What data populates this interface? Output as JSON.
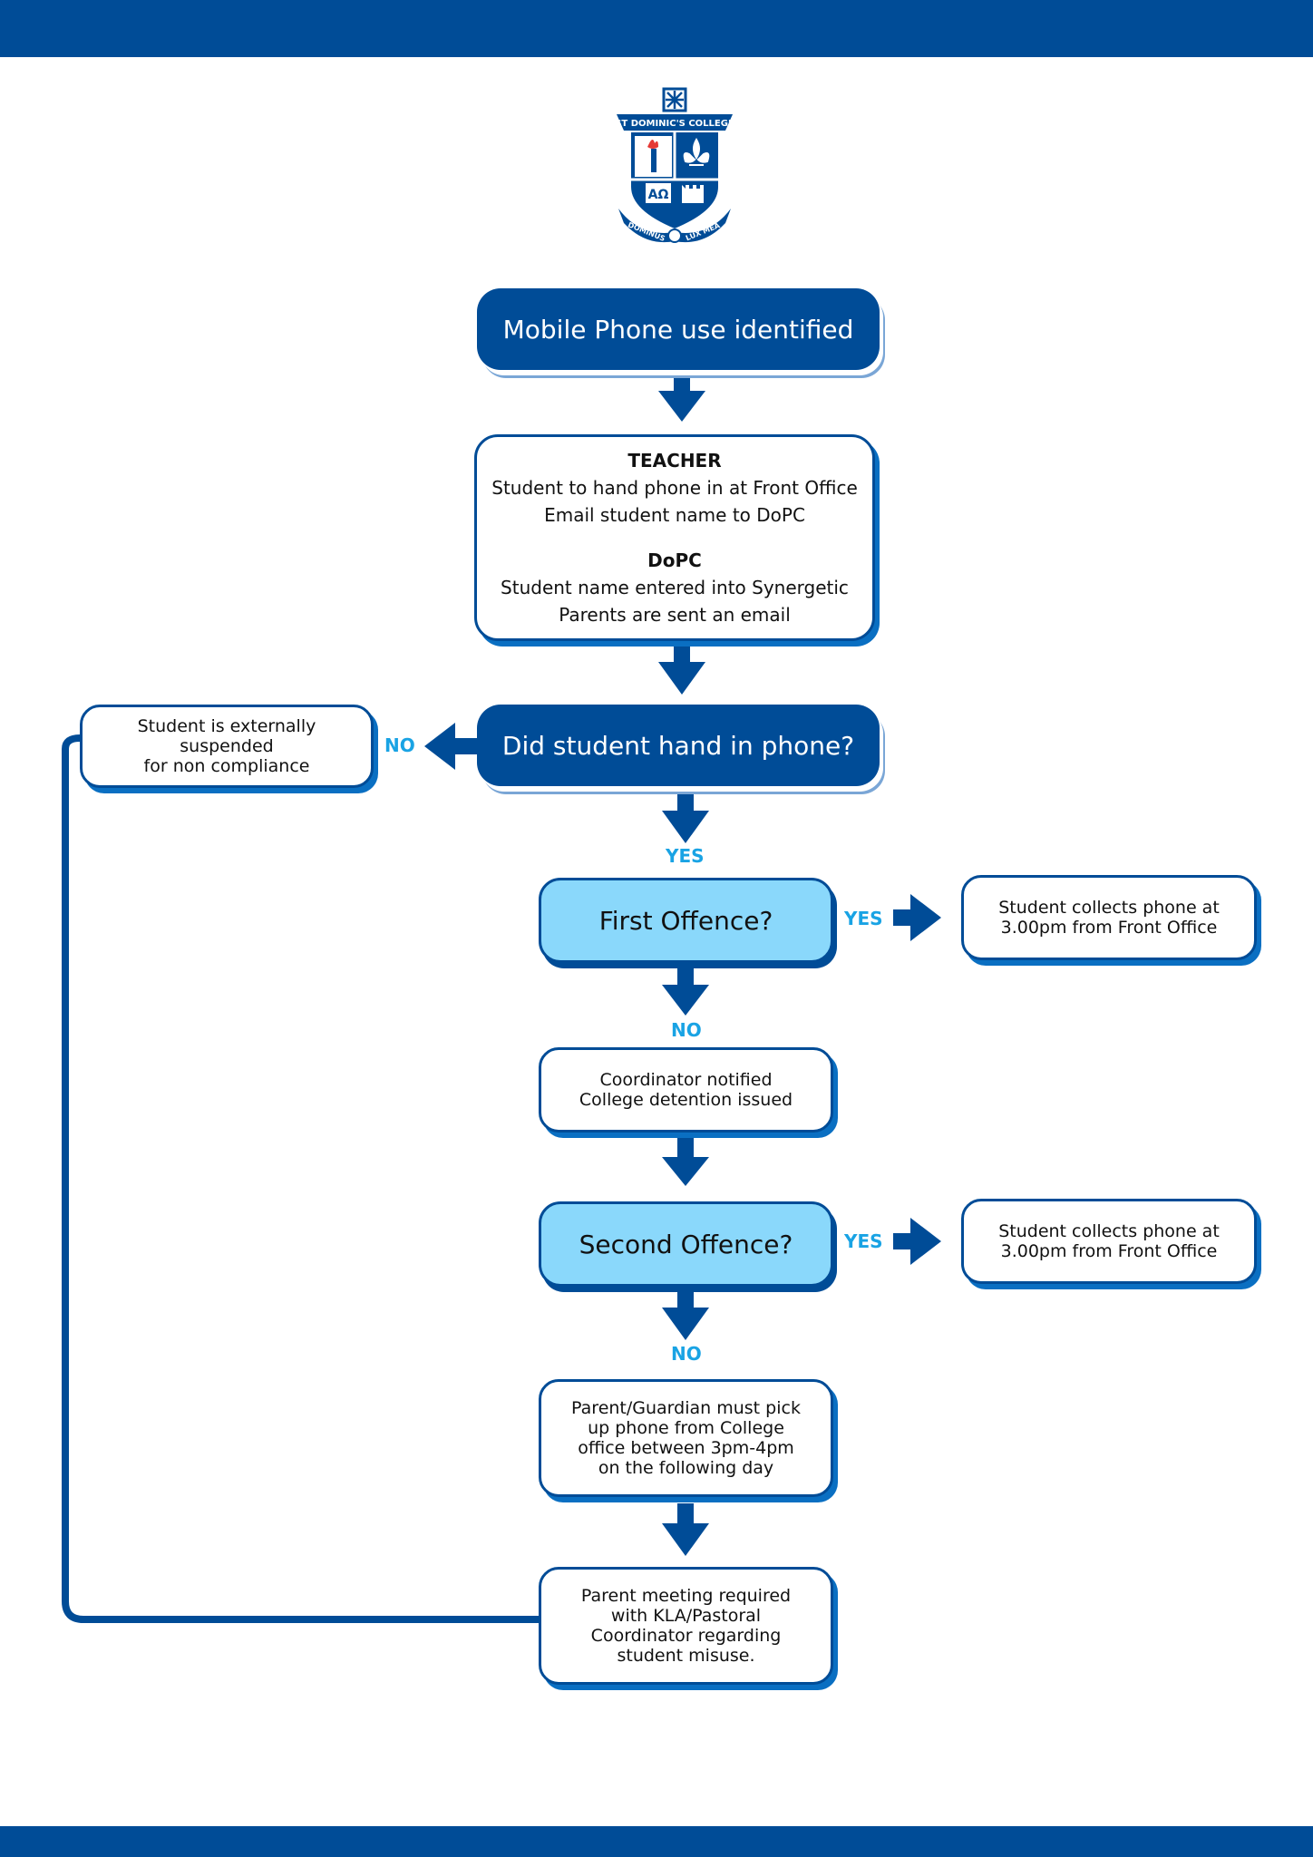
{
  "crest": {
    "college_name": "ST DOMINIC'S COLLEGE",
    "motto_left": "DOMINUS",
    "motto_right": "LUX MEA",
    "shield_letters": "AΩ"
  },
  "colors": {
    "navy": "#004c97",
    "sky": "#8ad8fb",
    "label_blue": "#19a3e4",
    "shadow_blue": "#0a6fc2"
  },
  "flow": {
    "start": "Mobile Phone use identified",
    "teacher_heading": "TEACHER",
    "teacher_line1": "Student to hand phone in at Front Office",
    "teacher_line2": "Email student name to DoPC",
    "dopc_heading": "DoPC",
    "dopc_line1": "Student name entered into Synergetic",
    "dopc_line2": "Parents are sent an email",
    "decision_hand_in": "Did student hand in phone?",
    "suspended_line1": "Student is externally",
    "suspended_line2": "suspended",
    "suspended_line3": "for non compliance",
    "first_offence": "First Offence?",
    "collect1_line1": "Student collects phone at",
    "collect1_line2": "3.00pm from Front Office",
    "coordinator_line1": "Coordinator notified",
    "coordinator_line2": "College detention issued",
    "second_offence": "Second Offence?",
    "collect2_line1": "Student collects phone at",
    "collect2_line2": "3.00pm from Front Office",
    "parent_pickup_line1": "Parent/Guardian must pick",
    "parent_pickup_line2": "up phone from College",
    "parent_pickup_line3": "office between 3pm-4pm",
    "parent_pickup_line4": "on the following day",
    "meeting_line1": "Parent meeting required",
    "meeting_line2": "with KLA/Pastoral",
    "meeting_line3": "Coordinator regarding",
    "meeting_line4": "student misuse."
  },
  "labels": {
    "no_suspend": "NO",
    "yes_hand_in": "YES",
    "yes_first": "YES",
    "no_first": "NO",
    "yes_second": "YES",
    "no_second": "NO"
  }
}
